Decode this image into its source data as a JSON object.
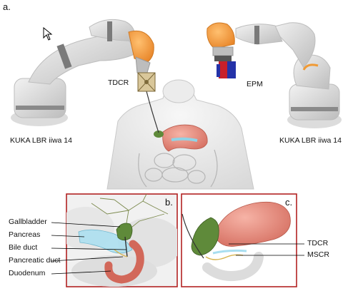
{
  "figure": {
    "panel_a_tag": "a.",
    "panel_b_tag": "b.",
    "panel_c_tag": "c.",
    "left_robot_label": "KUKA LBR iiwa 14",
    "right_robot_label": "KUKA LBR iiwa 14",
    "tdcr_top_label": "TDCR",
    "epm_label": "EPM",
    "panel_b_labels": [
      "Gallbladder",
      "Pancreas",
      "Bile duct",
      "Pancreatic duct",
      "Duodenum"
    ],
    "panel_c_labels": [
      "TDCR",
      "MSCR"
    ]
  },
  "colors": {
    "panel_border": "#b22222",
    "robot_body": "#d8d8d8",
    "robot_joint": "#7a7a7a",
    "robot_accent": "#f09a35",
    "magnet_blue": "#2432a8",
    "magnet_red": "#c8202a",
    "stomach": "#e8897a",
    "gallbladder": "#5f8a3a",
    "pancreas": "#8fd3e6"
  }
}
